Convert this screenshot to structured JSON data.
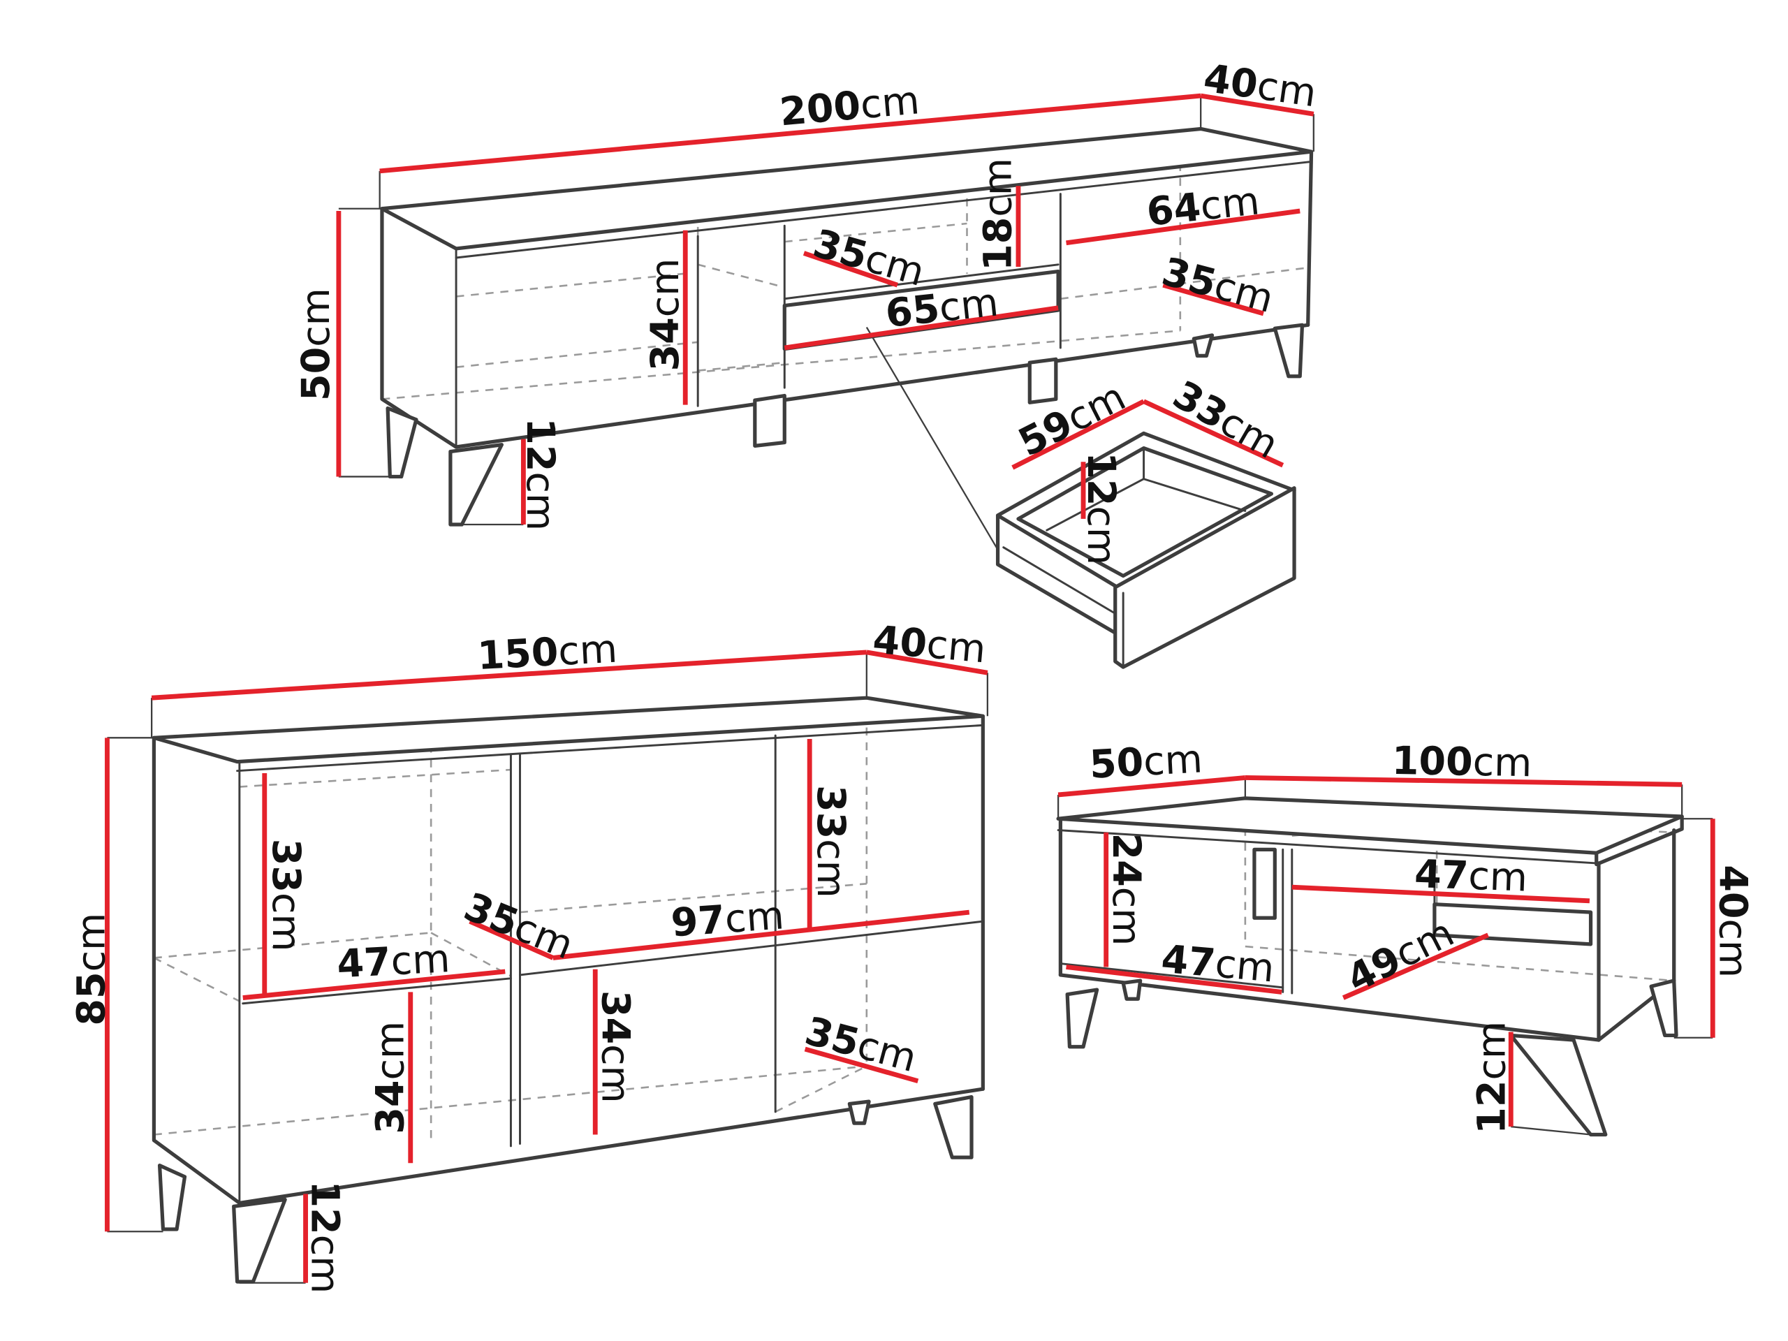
{
  "unit": "cm",
  "colors": {
    "dimension": "#e4222b",
    "outline": "#3d3d3d",
    "hidden": "#9a9a9a",
    "text": "#111111"
  },
  "tv_stand": {
    "width": "200",
    "depth": "40",
    "height": "50",
    "left_compartment_height": "34",
    "leg_height": "12",
    "niche_depth": "35",
    "drawer_width": "65",
    "niche_height": "18",
    "right_compartment_width": "64",
    "right_compartment_depth": "35"
  },
  "drawer": {
    "width": "59",
    "depth": "33",
    "height": "12"
  },
  "sideboard": {
    "width": "150",
    "depth": "40",
    "height": "85",
    "upper_left_height": "33",
    "upper_right_height": "33",
    "left_compartment_width": "47",
    "middle_shelf_depth": "35",
    "shelf_width": "97",
    "lower_left_height": "34",
    "lower_middle_height": "34",
    "right_shelf_depth": "35",
    "leg_height": "12"
  },
  "coffee_table": {
    "depth": "50",
    "width": "100",
    "height": "40",
    "open_compartment_height": "24",
    "drawer_width": "47",
    "lower_shelf_width": "47",
    "drawer_depth": "49",
    "leg_height": "12"
  }
}
